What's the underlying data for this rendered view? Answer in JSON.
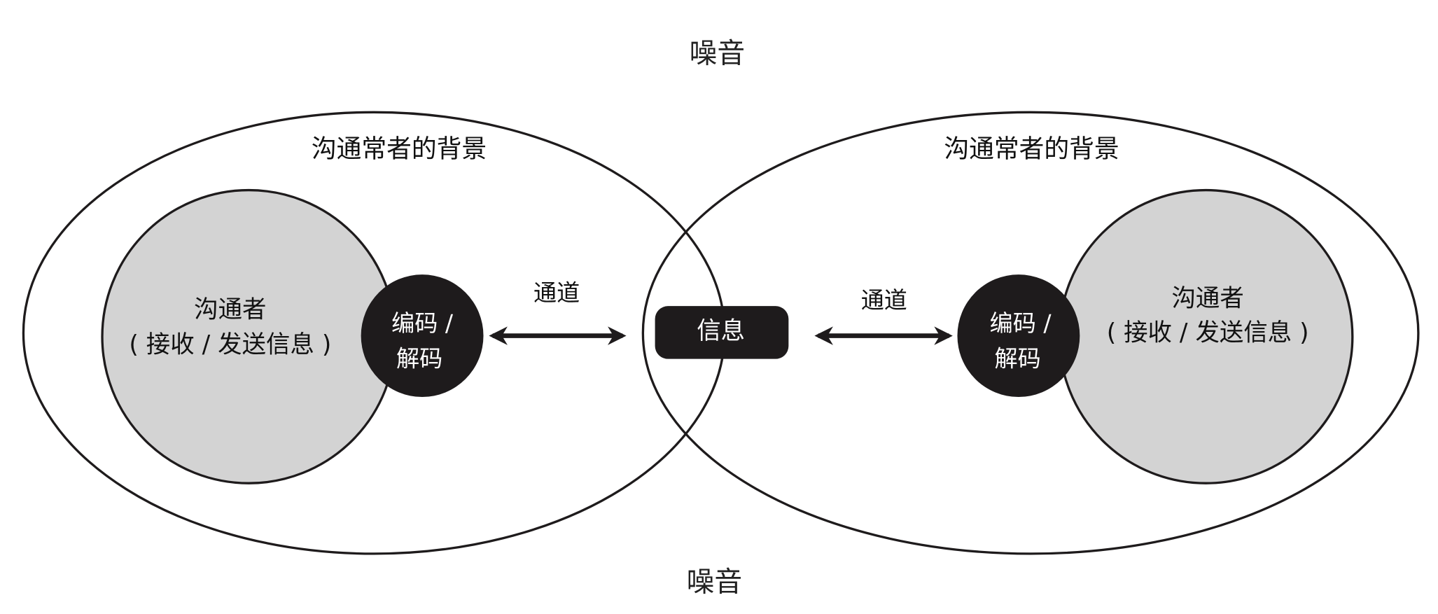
{
  "noise_top": "噪音",
  "noise_bottom": "噪音",
  "left": {
    "background": "沟通常者的背景",
    "communicator": "沟通者",
    "role": "( 接收 / 发送信息 )",
    "codec_line1": "编码 /",
    "codec_line2": "解码",
    "channel": "通道"
  },
  "right": {
    "background": "沟通常者的背景",
    "communicator": "沟通者",
    "role": "( 接收 / 发送信息 )",
    "codec_line1": "编码 /",
    "codec_line2": "解码",
    "channel": "通道"
  },
  "message": "信息",
  "colors": {
    "gray": "#d3d3d3",
    "dark": "#1e1b1c"
  }
}
